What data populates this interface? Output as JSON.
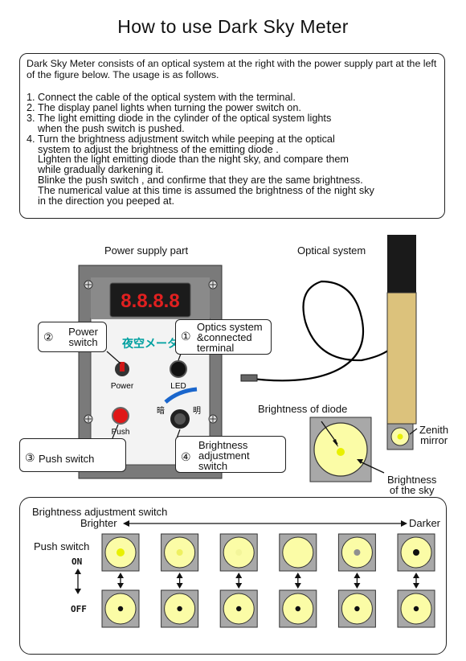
{
  "title": "How to use Dark Sky Meter",
  "intro": "Dark Sky Meter consists of an optical system at the right with the power supply part at the left of the figure below. The usage is as follows.",
  "steps": [
    {
      "num": "1.",
      "lines": [
        "Connect the cable of the optical system with the terminal."
      ]
    },
    {
      "num": "2.",
      "lines": [
        "The display panel lights when turning the power switch on."
      ]
    },
    {
      "num": "3.",
      "lines": [
        "The light emitting diode in the cylinder of the optical system lights",
        "when the push switch is pushed."
      ]
    },
    {
      "num": "4.",
      "lines": [
        "Turn the brightness adjustment switch while peeping at the optical",
        "system to adjust  the brightness of the emitting diode .",
        "Lighten the light emitting diode than the night sky, and compare them",
        "while gradually darkening it.",
        "Blinke the push switch , and confirme that they are the same brightness.",
        "The numerical value at this time is assumed the brightness of the night sky",
        "in the direction you peeped at."
      ]
    }
  ],
  "power_supply": {
    "heading": "Power supply part",
    "display": "8.8.8.8",
    "panel_title": "夜空メータ",
    "power_label": "Power",
    "led_label": "LED",
    "push_label": "Push",
    "dark_char": "暗",
    "bright_char": "明"
  },
  "callouts": {
    "power_switch": {
      "num": "②",
      "lines": [
        "Power",
        "switch"
      ]
    },
    "optics_terminal": {
      "num": "①",
      "lines": [
        "Optics system",
        "&connected",
        "terminal"
      ]
    },
    "push_switch": {
      "num": "③",
      "text": "Push switch"
    },
    "brightness_adjust": {
      "num": "④",
      "lines": [
        "Brightness",
        "adjustment",
        "switch"
      ]
    }
  },
  "optical": {
    "heading": "Optical system",
    "zenith_mirror": [
      "Zenith",
      "mirror"
    ],
    "brightness_of_diode": "Brightness of diode",
    "brightness_of_sky": [
      "Brightness",
      "of the sky"
    ]
  },
  "adjustment": {
    "heading": "Brightness adjustment switch",
    "brighter": "Brighter",
    "darker": "Darker",
    "push_switch": "Push switch",
    "on": "ON",
    "off": "OFF",
    "on_diode_states": [
      "bright",
      "bright-soft",
      "faint",
      "off",
      "grey",
      "dark"
    ],
    "count": 6
  },
  "colors": {
    "sky_yellow": "#fbfca6",
    "diode_yellow": "#e8f000",
    "tube_tan": "#dcc27c",
    "panel_grey": "#bdbdbd",
    "display_red": "#e02020"
  }
}
